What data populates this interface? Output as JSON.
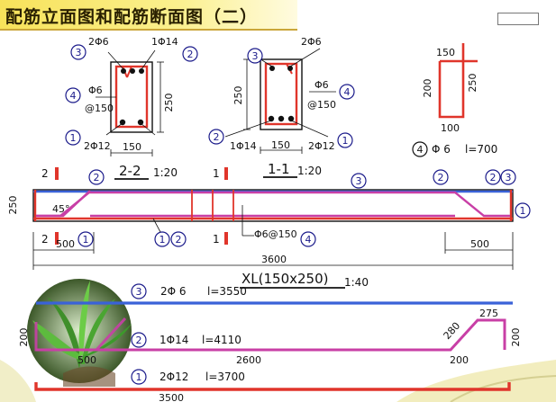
{
  "title": "配筋立面图和配筋断面图（二）",
  "section22": {
    "name": "2-2",
    "scale": "1:20",
    "top_bar": "2Φ6",
    "top_bar_circle": "3",
    "corner_bar": "1Φ14",
    "corner_bar_circle": "2",
    "stirrup": "Φ6",
    "stirrup_spacing": "@150",
    "stirrup_circle": "4",
    "bottom_bar": "2Φ12",
    "bottom_bar_circle": "1",
    "width": "150",
    "height": "250"
  },
  "section11": {
    "name": "1-1",
    "scale": "1:20",
    "top_bar": "2Φ6",
    "top_bar_circle": "3",
    "stirrup": "Φ6",
    "stirrup_spacing": "@150",
    "stirrup_circle": "4",
    "bottom_left_bar": "1Φ14",
    "bottom_left_circle": "2",
    "bottom_right_bar": "2Φ12",
    "bottom_right_circle": "1",
    "width": "150",
    "height": "250"
  },
  "stirrup_detail": {
    "width": "150",
    "height_left": "200",
    "height_right": "250",
    "bottom_width": "100",
    "label_circle": "4",
    "label": "Φ 6",
    "length": "l=700"
  },
  "elevation": {
    "height": "250",
    "angle": "45°",
    "left_dim": "500",
    "right_dim": "500",
    "total_length": "3600",
    "stirrup_label": "Φ6@150",
    "stirrup_circle": "4",
    "section_mark_2": "2",
    "section_mark_1": "1",
    "circle_3": "3",
    "circle_2": "2",
    "circle_1": "1",
    "title": "XL(150x250)",
    "scale": "1:40"
  },
  "bar3": {
    "circle": "3",
    "label": "2Φ 6",
    "length": "l=3550"
  },
  "bar2": {
    "circle": "2",
    "label": "1Φ14",
    "length": "l=4110",
    "dim_left": "200",
    "dim_bottom_left": "500",
    "dim_main": "2600",
    "dim_slope": "280",
    "dim_top": "275",
    "dim_bottom_right": "200",
    "dim_right": "200"
  },
  "bar1": {
    "circle": "1",
    "label": "2Φ12",
    "length": "l=3700",
    "dim": "3500"
  },
  "colors": {
    "red": "#e0352b",
    "blue": "#3a62d8",
    "magenta": "#c83fa6",
    "circle_ink": "#1a1a8a",
    "banner": "#f7e25a"
  }
}
